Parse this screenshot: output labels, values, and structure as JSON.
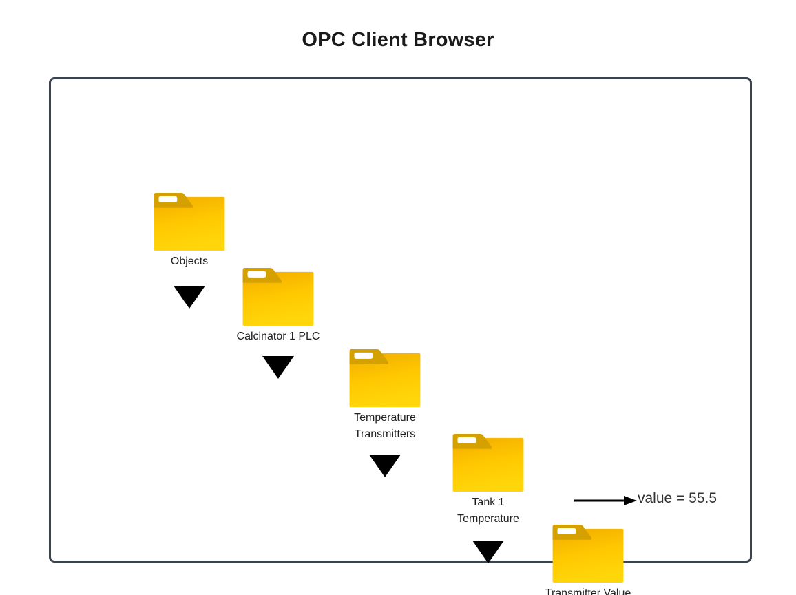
{
  "header": {
    "title": "OPC Client Browser"
  },
  "diagram": {
    "nodes": [
      {
        "name": "objects",
        "line1": "Objects",
        "line2": "",
        "expander": true
      },
      {
        "name": "calcinator-1-plc",
        "line1": "Calcinator 1 PLC",
        "line2": "",
        "expander": true
      },
      {
        "name": "temperature-transmitters",
        "line1": "Temperature",
        "line2": "Transmitters",
        "expander": true
      },
      {
        "name": "tank-1-temperature",
        "line1": "Tank 1",
        "line2": "Temperature",
        "expander": true
      },
      {
        "name": "transmitter-value",
        "line1": "Transmitter Value",
        "line2": "",
        "expander": false
      }
    ],
    "value_annotation": {
      "text": "value = 55.5",
      "value": 55.5
    }
  },
  "icons": {
    "folder": "folder-icon",
    "expander": "triangle-down-icon",
    "pointer": "arrow-right-icon"
  },
  "colors": {
    "folder_tab": "#d5a100",
    "folder_body_top": "#f2ac00",
    "folder_body_bottom": "#ffd60a",
    "panel_border": "#3a434e",
    "arrow": "#000000",
    "label_text": "#212121",
    "value_text": "#333333"
  }
}
